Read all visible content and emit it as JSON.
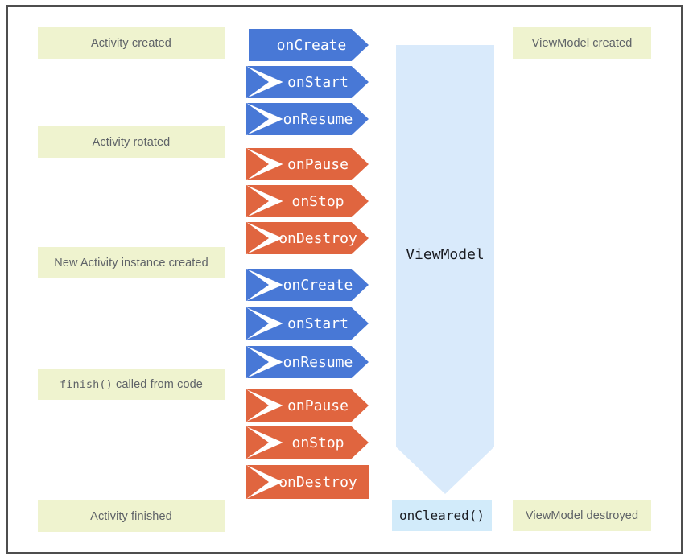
{
  "diagram": {
    "title_semantics": "ViewModel lifecycle relative to Activity lifecycle",
    "left_labels": [
      {
        "text": "Activity created"
      },
      {
        "text": "Activity rotated"
      },
      {
        "text": "New Activity instance created"
      },
      {
        "code": "finish()",
        "text": " called from code"
      },
      {
        "text": "Activity finished"
      }
    ],
    "arrows": [
      {
        "label": "onCreate",
        "color": "blue"
      },
      {
        "label": "onStart",
        "color": "blue"
      },
      {
        "label": "onResume",
        "color": "blue"
      },
      {
        "label": "onPause",
        "color": "orange"
      },
      {
        "label": "onStop",
        "color": "orange"
      },
      {
        "label": "onDestroy",
        "color": "orange"
      },
      {
        "label": "onCreate",
        "color": "blue"
      },
      {
        "label": "onStart",
        "color": "blue"
      },
      {
        "label": "onResume",
        "color": "blue"
      },
      {
        "label": "onPause",
        "color": "orange"
      },
      {
        "label": "onStop",
        "color": "orange"
      },
      {
        "label": "onDestroy",
        "color": "orange"
      }
    ],
    "viewmodel": {
      "scope_label": "ViewModel",
      "cleared_label": "onCleared()"
    },
    "right_labels": [
      {
        "text": "ViewModel created"
      },
      {
        "text": "ViewModel destroyed"
      }
    ]
  },
  "colors": {
    "--blue": "#4878d6",
    "--orange": "#e0653f",
    "--pale-green": "#eff3cf",
    "--light-blue": "#d9eafb",
    "--light-blue-2": "#d2ebfa",
    "--gray-text": "#5f6368",
    "--dark-text": "#1a1c22",
    "--border": "#4e4e4e",
    "--arrow-text": "#ffffff"
  }
}
